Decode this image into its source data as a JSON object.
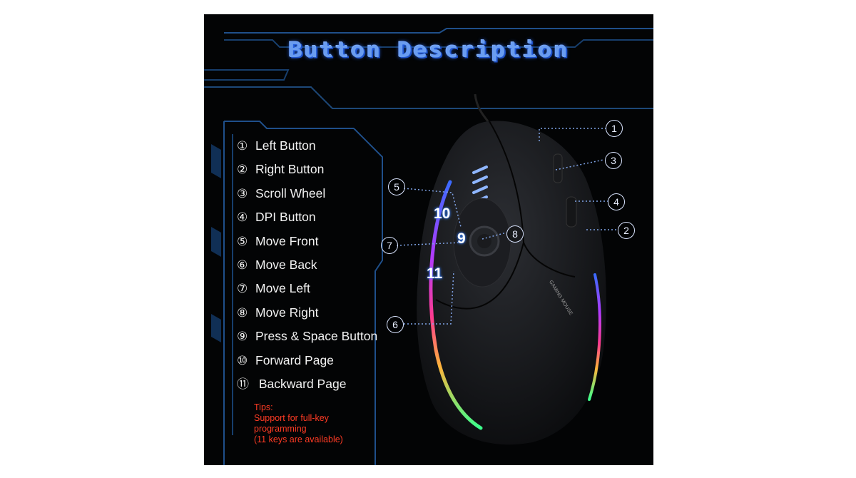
{
  "title": "Button Description",
  "buttons": [
    {
      "num": "①",
      "label": "Left Button"
    },
    {
      "num": "②",
      "label": "Right Button"
    },
    {
      "num": "③",
      "label": "Scroll Wheel"
    },
    {
      "num": "④",
      "label": "DPI Button"
    },
    {
      "num": "⑤",
      "label": "Move Front"
    },
    {
      "num": "⑥",
      "label": "Move Back"
    },
    {
      "num": "⑦",
      "label": "Move Left"
    },
    {
      "num": "⑧",
      "label": "Move Right"
    },
    {
      "num": "⑨",
      "label": "Press & Space Button"
    },
    {
      "num": "⑩",
      "label": "Forward Page"
    },
    {
      "num": "⑪",
      "label": " Backward Page"
    }
  ],
  "tips": {
    "heading": "Tips:",
    "lines": [
      "Support for full-key",
      "programming",
      "(11 keys are available)"
    ]
  },
  "callouts": {
    "c1": "1",
    "c2": "2",
    "c3": "3",
    "c4": "4",
    "c5": "5",
    "c6": "6",
    "c7": "7",
    "c8": "8"
  },
  "joystick_labels": {
    "l9": "9",
    "l10": "10",
    "l11": "11"
  },
  "brand_text": "GAMING MOUSE",
  "colors": {
    "accent": "#2d6df6",
    "frame": "#1f4f8a",
    "tips": "#ff3b24",
    "background": "#030405"
  }
}
